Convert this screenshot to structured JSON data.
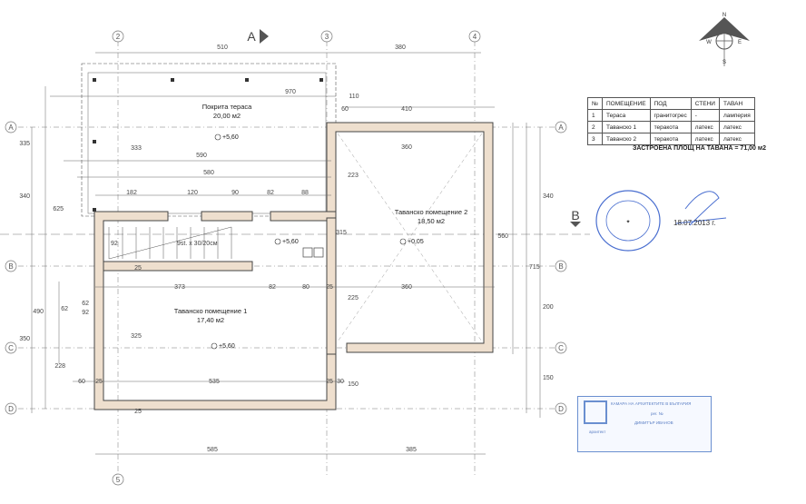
{
  "axes": {
    "grid_numbers": [
      "2",
      "3",
      "4",
      "5"
    ],
    "grid_letters": [
      "A",
      "B",
      "C",
      "D"
    ],
    "section_a": "A",
    "section_b": "B"
  },
  "dimensions": {
    "top_510": "510",
    "top_380": "380",
    "top_970": "970",
    "d410": "410",
    "d60": "60",
    "d110": "110",
    "d590": "590",
    "d580": "580",
    "d182": "182",
    "d120": "120",
    "d90": "90",
    "d82a": "82",
    "d88": "88",
    "d360a": "360",
    "d373": "373",
    "d82b": "82",
    "d80": "80",
    "d25a": "25",
    "d360b": "360",
    "d60b": "60",
    "d25b": "25",
    "d535": "535",
    "d25c": "25",
    "d30": "30",
    "d25d": "25",
    "bot_585": "585",
    "bot_385": "385",
    "left_335": "335",
    "left_340": "340",
    "left_625": "625",
    "left_490": "490",
    "left_350": "350",
    "left_62a": "62",
    "left_62b": "62",
    "left_92a": "92",
    "left_92b": "92",
    "left_228": "228",
    "v333": "333",
    "v325": "325",
    "v223": "223",
    "v225": "225",
    "v315": "315",
    "v150": "150",
    "right_340": "340",
    "right_560": "560",
    "right_715": "715",
    "right_200": "200",
    "right_150": "150",
    "wall25": "25",
    "stair": "9st. x 30/20см"
  },
  "rooms": {
    "terrace_name": "Покрита тераса",
    "terrace_area": "20,00 м2",
    "attic1_name": "Таванско помещение 1",
    "attic1_area": "17,40 м2",
    "attic2_name": "Таванско помещение 2",
    "attic2_area": "18,50 м2"
  },
  "levels": {
    "lv1": "+5,60",
    "lv2": "+5,60",
    "lv3": "+0,05",
    "lv4": "+5,60"
  },
  "compass": {
    "n": "N",
    "s": "S",
    "e": "E",
    "w": "W"
  },
  "table": {
    "headers": [
      "№",
      "ПОМЕЩЕНИЕ",
      "ПОД",
      "СТЕНИ",
      "ТАВАН"
    ],
    "rows": [
      [
        "1",
        "Тераса",
        "гранитогрес",
        "-",
        "ламперия"
      ],
      [
        "2",
        "Таванско 1",
        "теракота",
        "латекс",
        "латекс"
      ],
      [
        "3",
        "Таванско 2",
        "теракота",
        "латекс",
        "латекс"
      ]
    ]
  },
  "built_area": "ЗАСТРОЕНА ПЛОЩ НА ТАВАНА = 71,00 м2",
  "stamp_round_date": "18.07.2013 г.",
  "stamp_rect": {
    "line1": "КАМАРА НА АРХИТЕКТИТЕ В БЪЛГАРИЯ",
    "line2": "рег. №",
    "line3": "ДИМИТЪР ИВАНОВ",
    "line4": "архитект"
  },
  "colors": {
    "wall_fill": "#eedfce",
    "line": "#555555",
    "stamp_blue": "#5b7fc4"
  }
}
